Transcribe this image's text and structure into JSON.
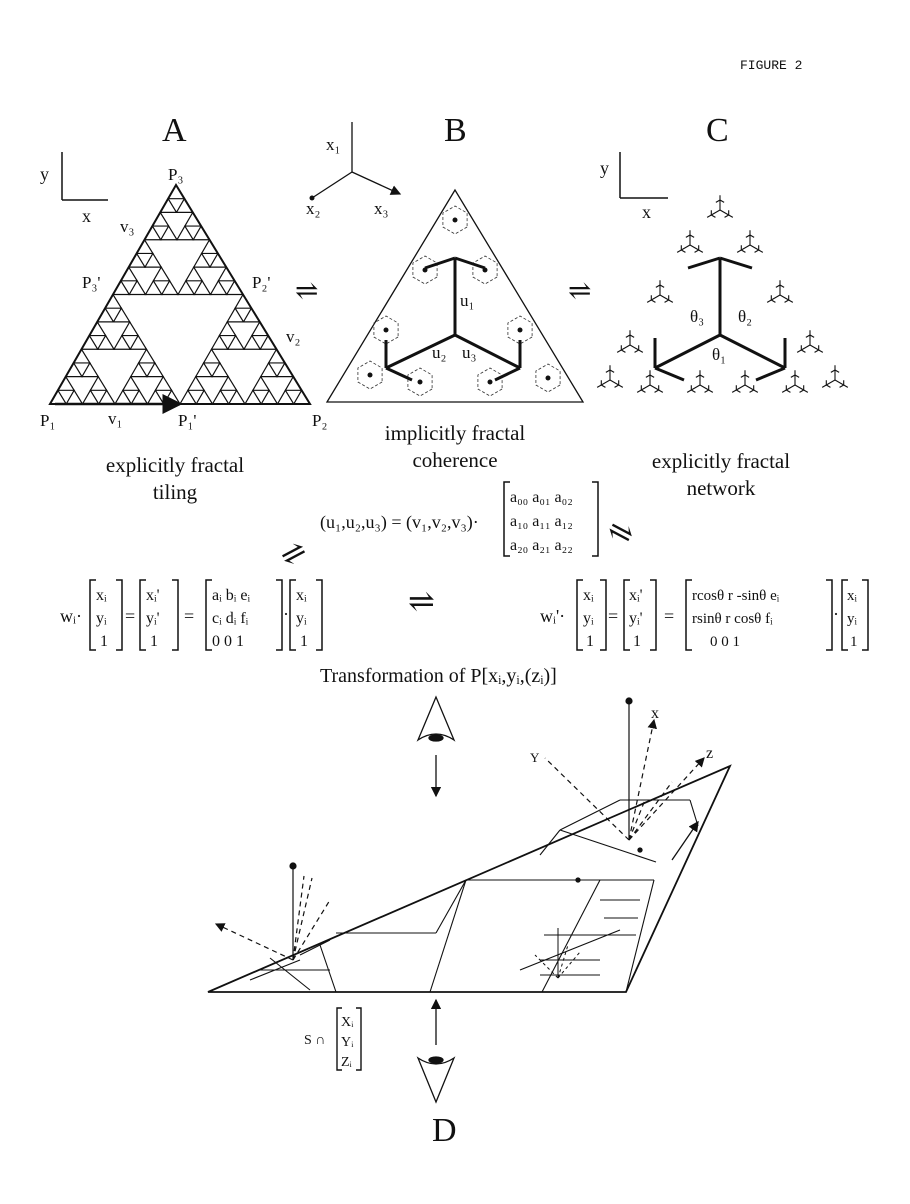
{
  "figure_label": "FIGURE 2",
  "panels": {
    "a": {
      "letter": "A",
      "caption_line1": "explicitly fractal",
      "caption_line2": "tiling",
      "points": {
        "p1": "P₁",
        "p2": "P₂",
        "p3": "P₃",
        "p1p": "P₁'",
        "p2p": "P₂'",
        "p3p": "P₃'"
      },
      "vectors": {
        "v1": "v₁",
        "v2": "v₂",
        "v3": "v₃"
      },
      "axes": {
        "x": "x",
        "y": "y"
      }
    },
    "b": {
      "letter": "B",
      "caption_line1": "implicitly fractal",
      "caption_line2": "coherence",
      "axes": {
        "x1": "x₁",
        "x2": "x₂",
        "x3": "x₃"
      },
      "vectors": {
        "u1": "u₁",
        "u2": "u₂",
        "u3": "u₃"
      }
    },
    "c": {
      "letter": "C",
      "caption_line1": "explicitly fractal",
      "caption_line2": "network",
      "axes": {
        "x": "x",
        "y": "y"
      },
      "angles": {
        "t1": "θ₁",
        "t2": "θ₂",
        "t3": "θ₃"
      }
    },
    "d": {
      "letter": "D",
      "axes": {
        "x": "x",
        "y": "Y",
        "z": "z"
      },
      "set_label": "S ∩"
    }
  },
  "equations": {
    "center": {
      "lhs": "(u₁,u₂,u₃) = (v₁,v₂,v₃)·",
      "rows": [
        "a₀₀ a₀₁ a₀₂",
        "a₁₀ a₁₁ a₁₂",
        "a₂₀ a₂₁ a₂₂"
      ]
    },
    "left": {
      "w": "wᵢ·",
      "vec": [
        "xᵢ",
        "yᵢ",
        "1"
      ],
      "vecp": [
        "xᵢ'",
        "yᵢ'",
        "1"
      ],
      "mat": [
        "aᵢ  bᵢ  eᵢ",
        "cᵢ  dᵢ  fᵢ",
        "0   0   1"
      ]
    },
    "right": {
      "w": "wᵢ'·",
      "vec": [
        "xᵢ",
        "yᵢ",
        "1"
      ],
      "vecp": [
        "xᵢ'",
        "yᵢ'",
        "1"
      ],
      "mat": [
        "rcosθ  r -sinθ  eᵢ",
        "rsinθ  r  cosθ  fᵢ",
        "0        0      1"
      ]
    },
    "transformation": "Transformation of  P[xᵢ,yᵢ,(zᵢ)]",
    "set_vec": [
      "Xᵢ",
      "Yᵢ",
      "Zᵢ"
    ]
  },
  "symbols": {
    "equilibrium": "⇌"
  }
}
